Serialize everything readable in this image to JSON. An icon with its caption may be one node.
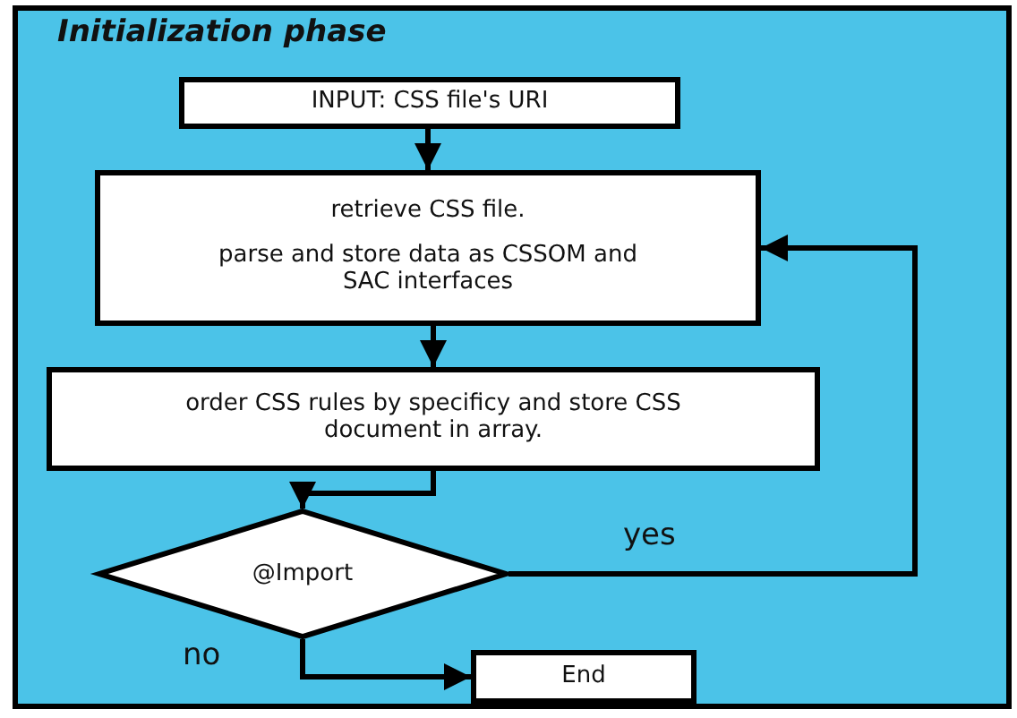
{
  "diagram": {
    "title": "Initialization phase",
    "nodes": [
      {
        "text": [
          "INPUT: CSS file's URI"
        ]
      },
      {
        "text": [
          "retrieve CSS file.",
          "parse and store data as CSSOM and SAC interfaces"
        ]
      },
      {
        "text": [
          "order CSS rules by specificy and store CSS document in array."
        ]
      },
      {
        "text": [
          "@Import"
        ]
      },
      {
        "text": [
          "End"
        ]
      }
    ],
    "edges": [
      {
        "from": 0,
        "to": 1,
        "arrow": "to"
      },
      {
        "from": 1,
        "to": 2,
        "arrow": "to"
      },
      {
        "from": 2,
        "to": 3,
        "arrow": "to"
      },
      {
        "from": 3,
        "to": 1,
        "arrow": "to",
        "label": "yes"
      },
      {
        "from": 3,
        "to": 4,
        "arrow": "to",
        "label": "no"
      }
    ]
  }
}
